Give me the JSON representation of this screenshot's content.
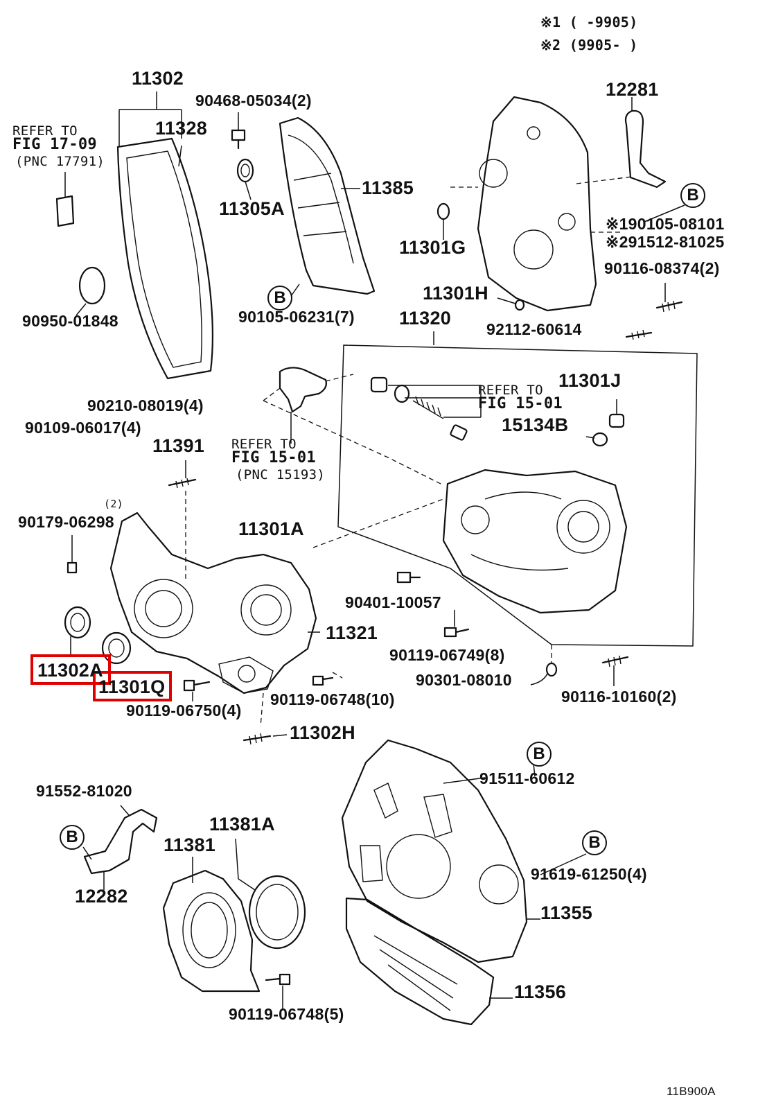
{
  "notes": {
    "note1": "※1 (      -9905)",
    "note2": "※2 (9905-      )"
  },
  "b_marker": "B",
  "labels": {
    "p11302": "11302",
    "p90468": "90468-05034(2)",
    "p12281": "12281",
    "ref17_1": "REFER TO",
    "ref17_2": "FIG 17-09",
    "ref17_3": "(PNC 17791)",
    "p11328": "11328",
    "p11385": "11385",
    "p11305a": "11305A",
    "p90105_08101": "※190105-08101",
    "p91512": "※291512-81025",
    "p11301g": "11301G",
    "p90116_08374": "90116-08374(2)",
    "p90950": "90950-01848",
    "p90105_06231": "90105-06231(7)",
    "p11301h": "11301H",
    "p11320": "11320",
    "p92112": "92112-60614",
    "ref15a_1": "REFER TO",
    "ref15a_2": "FIG 15-01",
    "p11301j": "11301J",
    "p90210": "90210-08019(4)",
    "p15134b": "15134B",
    "p90109": "90109-06017(4)",
    "p11391": "11391",
    "ref15b_1": "REFER TO",
    "ref15b_2": "FIG 15-01",
    "ref15b_3": "(PNC 15193)",
    "qty2": "(2)",
    "p90179": "90179-06298",
    "p11301a": "11301A",
    "p90401": "90401-10057",
    "p11321": "11321",
    "p90119_06749": "90119-06749(8)",
    "p11302a": "11302A",
    "p11301q": "11301Q",
    "p90301": "90301-08010",
    "p90119_06748_10": "90119-06748(10)",
    "p90116_10160": "90116-10160(2)",
    "p90119_06750": "90119-06750(4)",
    "p11302h": "11302H",
    "p91511": "91511-60612",
    "p91552": "91552-81020",
    "p11381a": "11381A",
    "p11381": "11381",
    "p91619": "91619-61250(4)",
    "p12282": "12282",
    "p11355": "11355",
    "p11356": "11356",
    "p90119_06748_5": "90119-06748(5)",
    "figure_id": "11B900A"
  },
  "highlight_color": "#e00000"
}
